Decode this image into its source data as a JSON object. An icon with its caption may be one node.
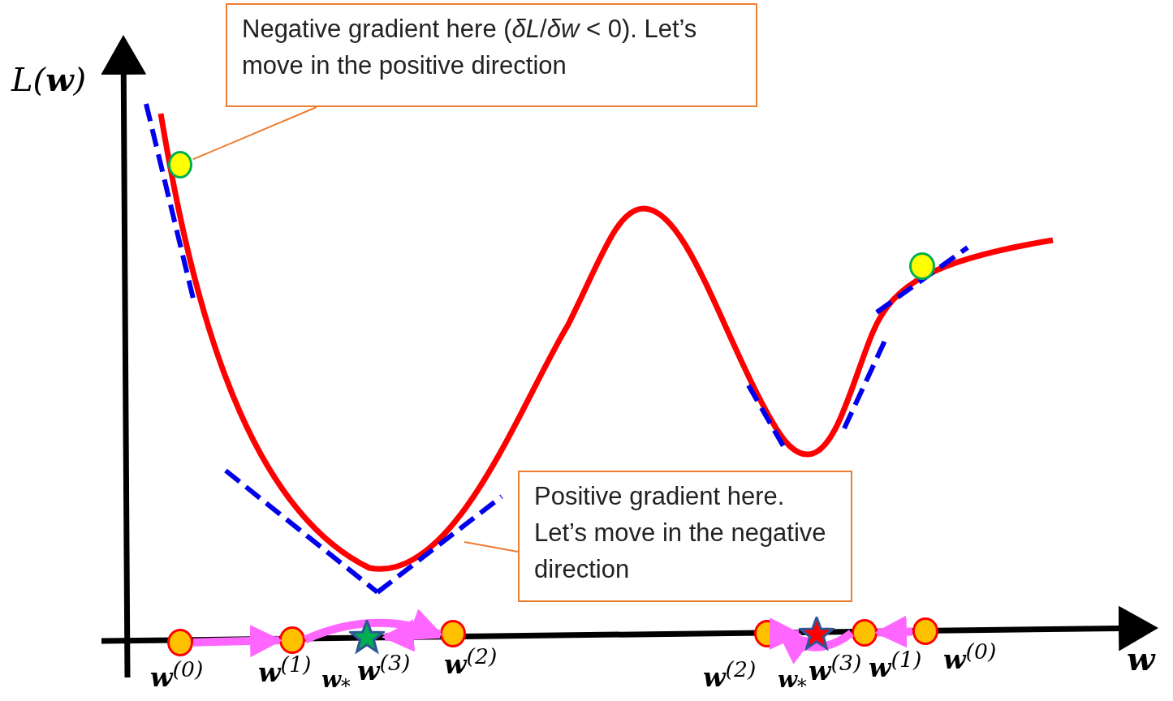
{
  "diagram": {
    "nodes": [
      {
        "text": [
          "Negative gradient here (*δL*/*δw* < 0). Let’s move in the positive direction"
        ]
      },
      {
        "text": [],
        "shape": "circle"
      },
      {
        "text": [
          "Positive gradient here. Let’s move in the negative direction"
        ]
      },
      {
        "text": [],
        "shape": "circle"
      },
      {
        "text": [],
        "shape": "circle",
        "beside": [
          "**w**$^{(0)}$"
        ]
      },
      {
        "text": [],
        "shape": "circle",
        "beside": [
          "**w**$^{(1)}$"
        ]
      },
      {
        "text": [],
        "shape": "star",
        "beside": [
          "**w**$^{(3)}$",
          "**w**$_{*}$"
        ]
      },
      {
        "text": [],
        "shape": "circle",
        "beside": [
          "**w**$^{(2)}$"
        ]
      },
      {
        "text": [],
        "shape": "circle",
        "beside": [
          "**w**$^{(2)}$"
        ]
      },
      {
        "text": [],
        "shape": "star",
        "beside": [
          "**w**$^{(3)}$",
          "**w**$_{*}$"
        ]
      },
      {
        "text": [],
        "shape": "circle",
        "beside": [
          "**w**$^{(1)}$"
        ]
      },
      {
        "text": [],
        "shape": "circle",
        "beside": [
          "**w**$^{(0)}$"
        ]
      }
    ],
    "edges": [
      {
        "from": 0,
        "to": 1,
        "arrow": "none",
        "color": "#ed7d31"
      },
      {
        "from": 2,
        "to": null,
        "arrow": "none",
        "color": "#ed7d31"
      },
      {
        "from": 4,
        "to": 5,
        "arrow": "to"
      },
      {
        "from": 5,
        "to": 7,
        "arrow": "to"
      },
      {
        "from": 7,
        "to": 6,
        "arrow": "to"
      },
      {
        "from": 11,
        "to": 10,
        "arrow": "to"
      },
      {
        "from": 10,
        "to": 8,
        "arrow": "to"
      },
      {
        "from": 8,
        "to": 9,
        "arrow": "to"
      }
    ],
    "labels": [
      "L(**w**)",
      "**w**"
    ]
  }
}
